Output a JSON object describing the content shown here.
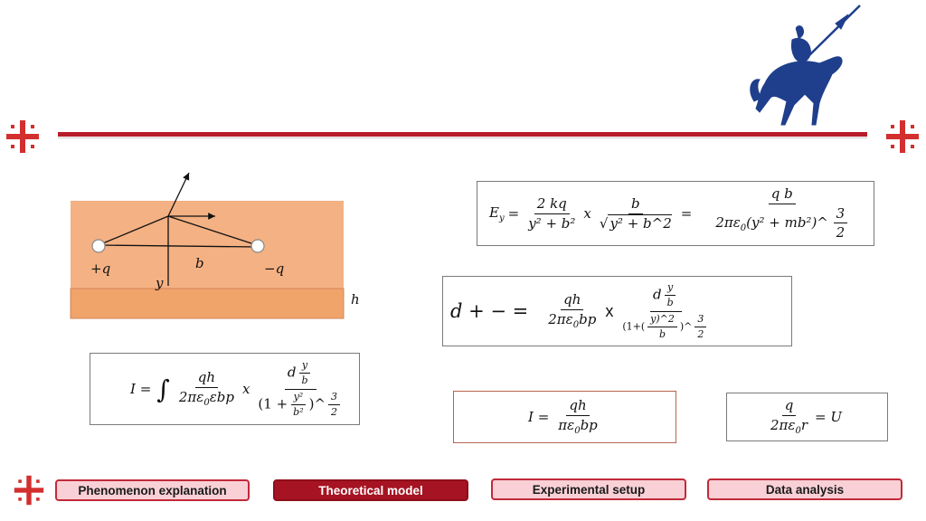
{
  "diagram": {
    "charge_plus": "+q",
    "charge_minus": "−q",
    "label_b": "b",
    "label_y": "y",
    "label_h": "h"
  },
  "formulas": {
    "ey": {
      "lhs": "E",
      "lhs_sub": "y",
      "f1_num": "2 kq",
      "f1_den": "y² + b²",
      "times": "x",
      "f2_num": "b",
      "f2_den": "y² + b^2",
      "f3_num": "q b",
      "f3_den_a": "2πε",
      "f3_den_sub": "0",
      "f3_den_b": "(y² + mb²)^",
      "f3_exp_num": "3",
      "f3_exp_den": "2"
    },
    "d": {
      "lhs": "d + − =",
      "f1_num": "qh",
      "f1_den_a": "2πε",
      "f1_den_sub": "0",
      "f1_den_b": "bp",
      "times": "x",
      "f2_num_d": "d",
      "f2_num_y": "y",
      "f2_num_b": "b",
      "f2_den_a": "(1+(",
      "f2_den_y": "y)^2",
      "f2_den_b": "b",
      "f2_den_c": ")^",
      "f2_exp_num": "3",
      "f2_exp_den": "2"
    },
    "integral": {
      "lhs": "I =",
      "int": "∫",
      "f1_num": "qh",
      "f1_den_a": "2πε",
      "f1_den_sub": "0",
      "f1_den_b": "εbp",
      "times": "x",
      "f2_num_d": "d",
      "f2_num_y": "y",
      "f2_num_b": "b",
      "f2_den_a": "(1 +",
      "f2_den_y": "y²",
      "f2_den_b": "b²",
      "f2_den_c": ")^",
      "f2_exp_num": "3",
      "f2_exp_den": "2"
    },
    "current": {
      "lhs": "I =",
      "num": "qh",
      "den_a": "πε",
      "den_sub": "0",
      "den_b": "bp"
    },
    "potential": {
      "num": "q",
      "den_a": "2πε",
      "den_sub": "0",
      "den_b": "r",
      "rhs": "= U"
    }
  },
  "nav": {
    "tabs": [
      {
        "label": "Phenomenon explanation",
        "active": false
      },
      {
        "label": "Theoretical model",
        "active": true
      },
      {
        "label": "Experimental setup",
        "active": false
      },
      {
        "label": "Data analysis",
        "active": false
      }
    ]
  },
  "colors": {
    "accent": "#b71c2b",
    "active_tab": "#a61322",
    "inactive_tab": "#f8d0d6",
    "diagram_fill": "#f4b183",
    "diagram_plate": "#f0a46a",
    "logo_blue": "#1f3f8c"
  },
  "icons": [
    "knight-logo-icon",
    "georgian-cross-icon"
  ]
}
